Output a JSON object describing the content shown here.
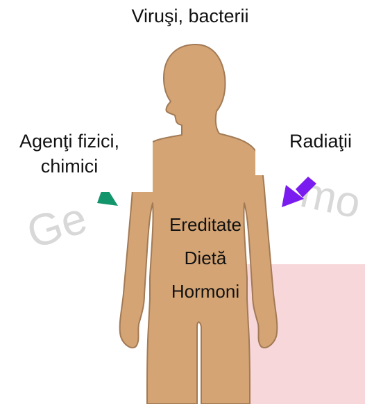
{
  "labels": {
    "top": "Viruşi, bacterii",
    "left_line1": "Agenţi fizici,",
    "left_line2": "chimici",
    "right": "Radiaţii"
  },
  "body_factors": [
    "Ereditate",
    "Dietă",
    "Hormoni"
  ],
  "colors": {
    "body": "#d4a474",
    "body_outline": "#a27a55",
    "left_arrow": "#13956b",
    "right_arrow": "#7a1cf0",
    "pink_panel": "#f7d7d9",
    "watermark": "#d8d8d8"
  },
  "watermark_fragments": [
    "Ge",
    "mo"
  ]
}
